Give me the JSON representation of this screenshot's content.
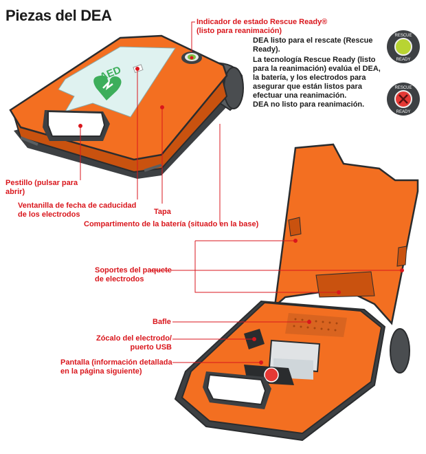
{
  "title": "Piezas del DEA",
  "labels": {
    "status_indicator": "Indicador de estado Rescue Ready®",
    "status_indicator_sub": "(listo para reanimación)",
    "latch": "Pestillo (pulsar para",
    "latch_2": "abrir)",
    "expiration_window": "Ventanilla de fecha de caducidad",
    "expiration_window_2": "de los electrodos",
    "lid": "Tapa",
    "battery_compartment": "Compartimento de la batería (situado en la base)",
    "pad_holders": "Soportes del paquete",
    "pad_holders_2": "de electrodos",
    "speaker": "Bafle",
    "pad_socket": "Zócalo del electrodo/",
    "pad_socket_2": "puerto USB",
    "display": "Pantalla (información detallada",
    "display_2": "en la página siguiente)"
  },
  "notes": {
    "ready": [
      "DEA listo para el rescate (Rescue",
      "Ready)."
    ],
    "tech": [
      "La tecnología Rescue Ready (listo",
      "para la reanimación) evalúa el DEA,",
      "la batería, y los electrodos para",
      "asegurar que están listos para",
      "efectuar una reanimación."
    ],
    "not_ready": "DEA no listo para reanimación."
  },
  "device_text": {
    "aed_logo": "AED",
    "badge_top": "RESCUE",
    "badge_bottom": "READY"
  },
  "colors": {
    "label_red": "#d9161c",
    "orange": "#f36f21",
    "dark_orange": "#c9520f",
    "gray": "#5a5e61",
    "dark_gray": "#3d4043",
    "pale_cyan": "#dff2f0",
    "green_light": "#b8d432",
    "red_light": "#e53935"
  }
}
